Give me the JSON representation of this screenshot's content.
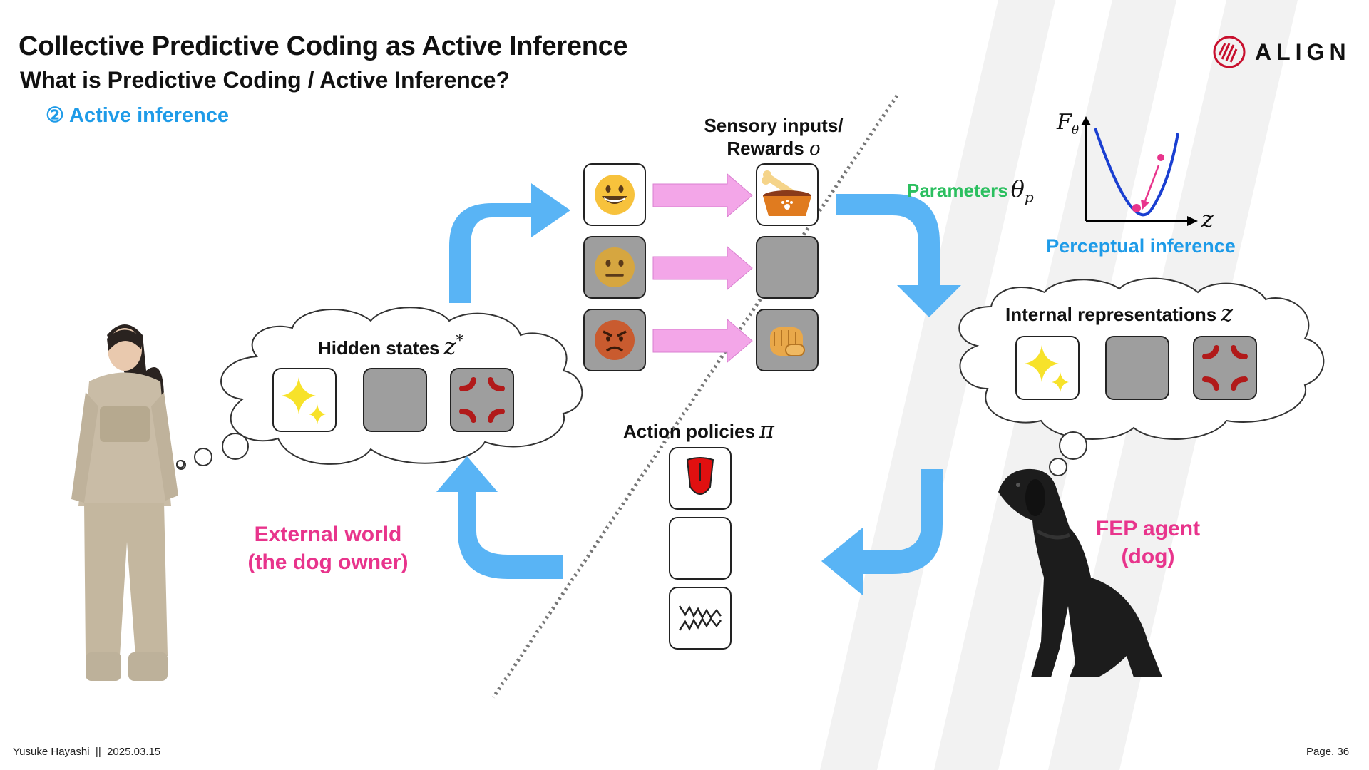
{
  "header": {
    "title": "Collective Predictive Coding as Active Inference",
    "subtitle": "What is Predictive Coding / Active Inference?",
    "section": "② Active inference"
  },
  "logo": {
    "text": "ALIGN",
    "accent_color": "#c8102e"
  },
  "diagram": {
    "sensory_label_line1": "Sensory inputs/",
    "sensory_label_line2": "Rewards",
    "sensory_symbol": "o",
    "parameters_label": "Parameters",
    "parameters_symbol": "θ",
    "parameters_subscript": "p",
    "perceptual_label": "Perceptual inference",
    "free_energy_symbol": "F",
    "free_energy_subscript": "θ",
    "z_axis_symbol": "z",
    "internal_label": "Internal representations",
    "internal_symbol": "z",
    "hidden_label": "Hidden states",
    "hidden_symbol": "z",
    "hidden_superscript": "*",
    "action_label": "Action policies",
    "action_symbol": "π",
    "external_line1": "External world",
    "external_line2": "(the dog owner)",
    "agent_line1": "FEP agent",
    "agent_line2": "(dog)",
    "face_icons": [
      "grinning-face-icon",
      "neutral-face-icon",
      "angry-face-icon"
    ],
    "sensory_icons": [
      "dog-food-bowl-icon",
      "empty-gray-tile",
      "fist-icon"
    ],
    "state_icons": [
      "sparkles-icon",
      "empty-gray-tile",
      "anger-symbol-icon"
    ],
    "action_icons": [
      "tongue-icon",
      "empty-tile",
      "teeth-icon"
    ],
    "colors": {
      "arrow_blue": "#59b4f5",
      "arrow_pink": "#f3a6e8",
      "label_pink": "#e8348c",
      "label_green": "#2bbf5f",
      "label_blue": "#1e9be8"
    }
  },
  "footer": {
    "author": "Yusuke Hayashi",
    "separator": "||",
    "date": "2025.03.15",
    "page": "Page. 36"
  }
}
